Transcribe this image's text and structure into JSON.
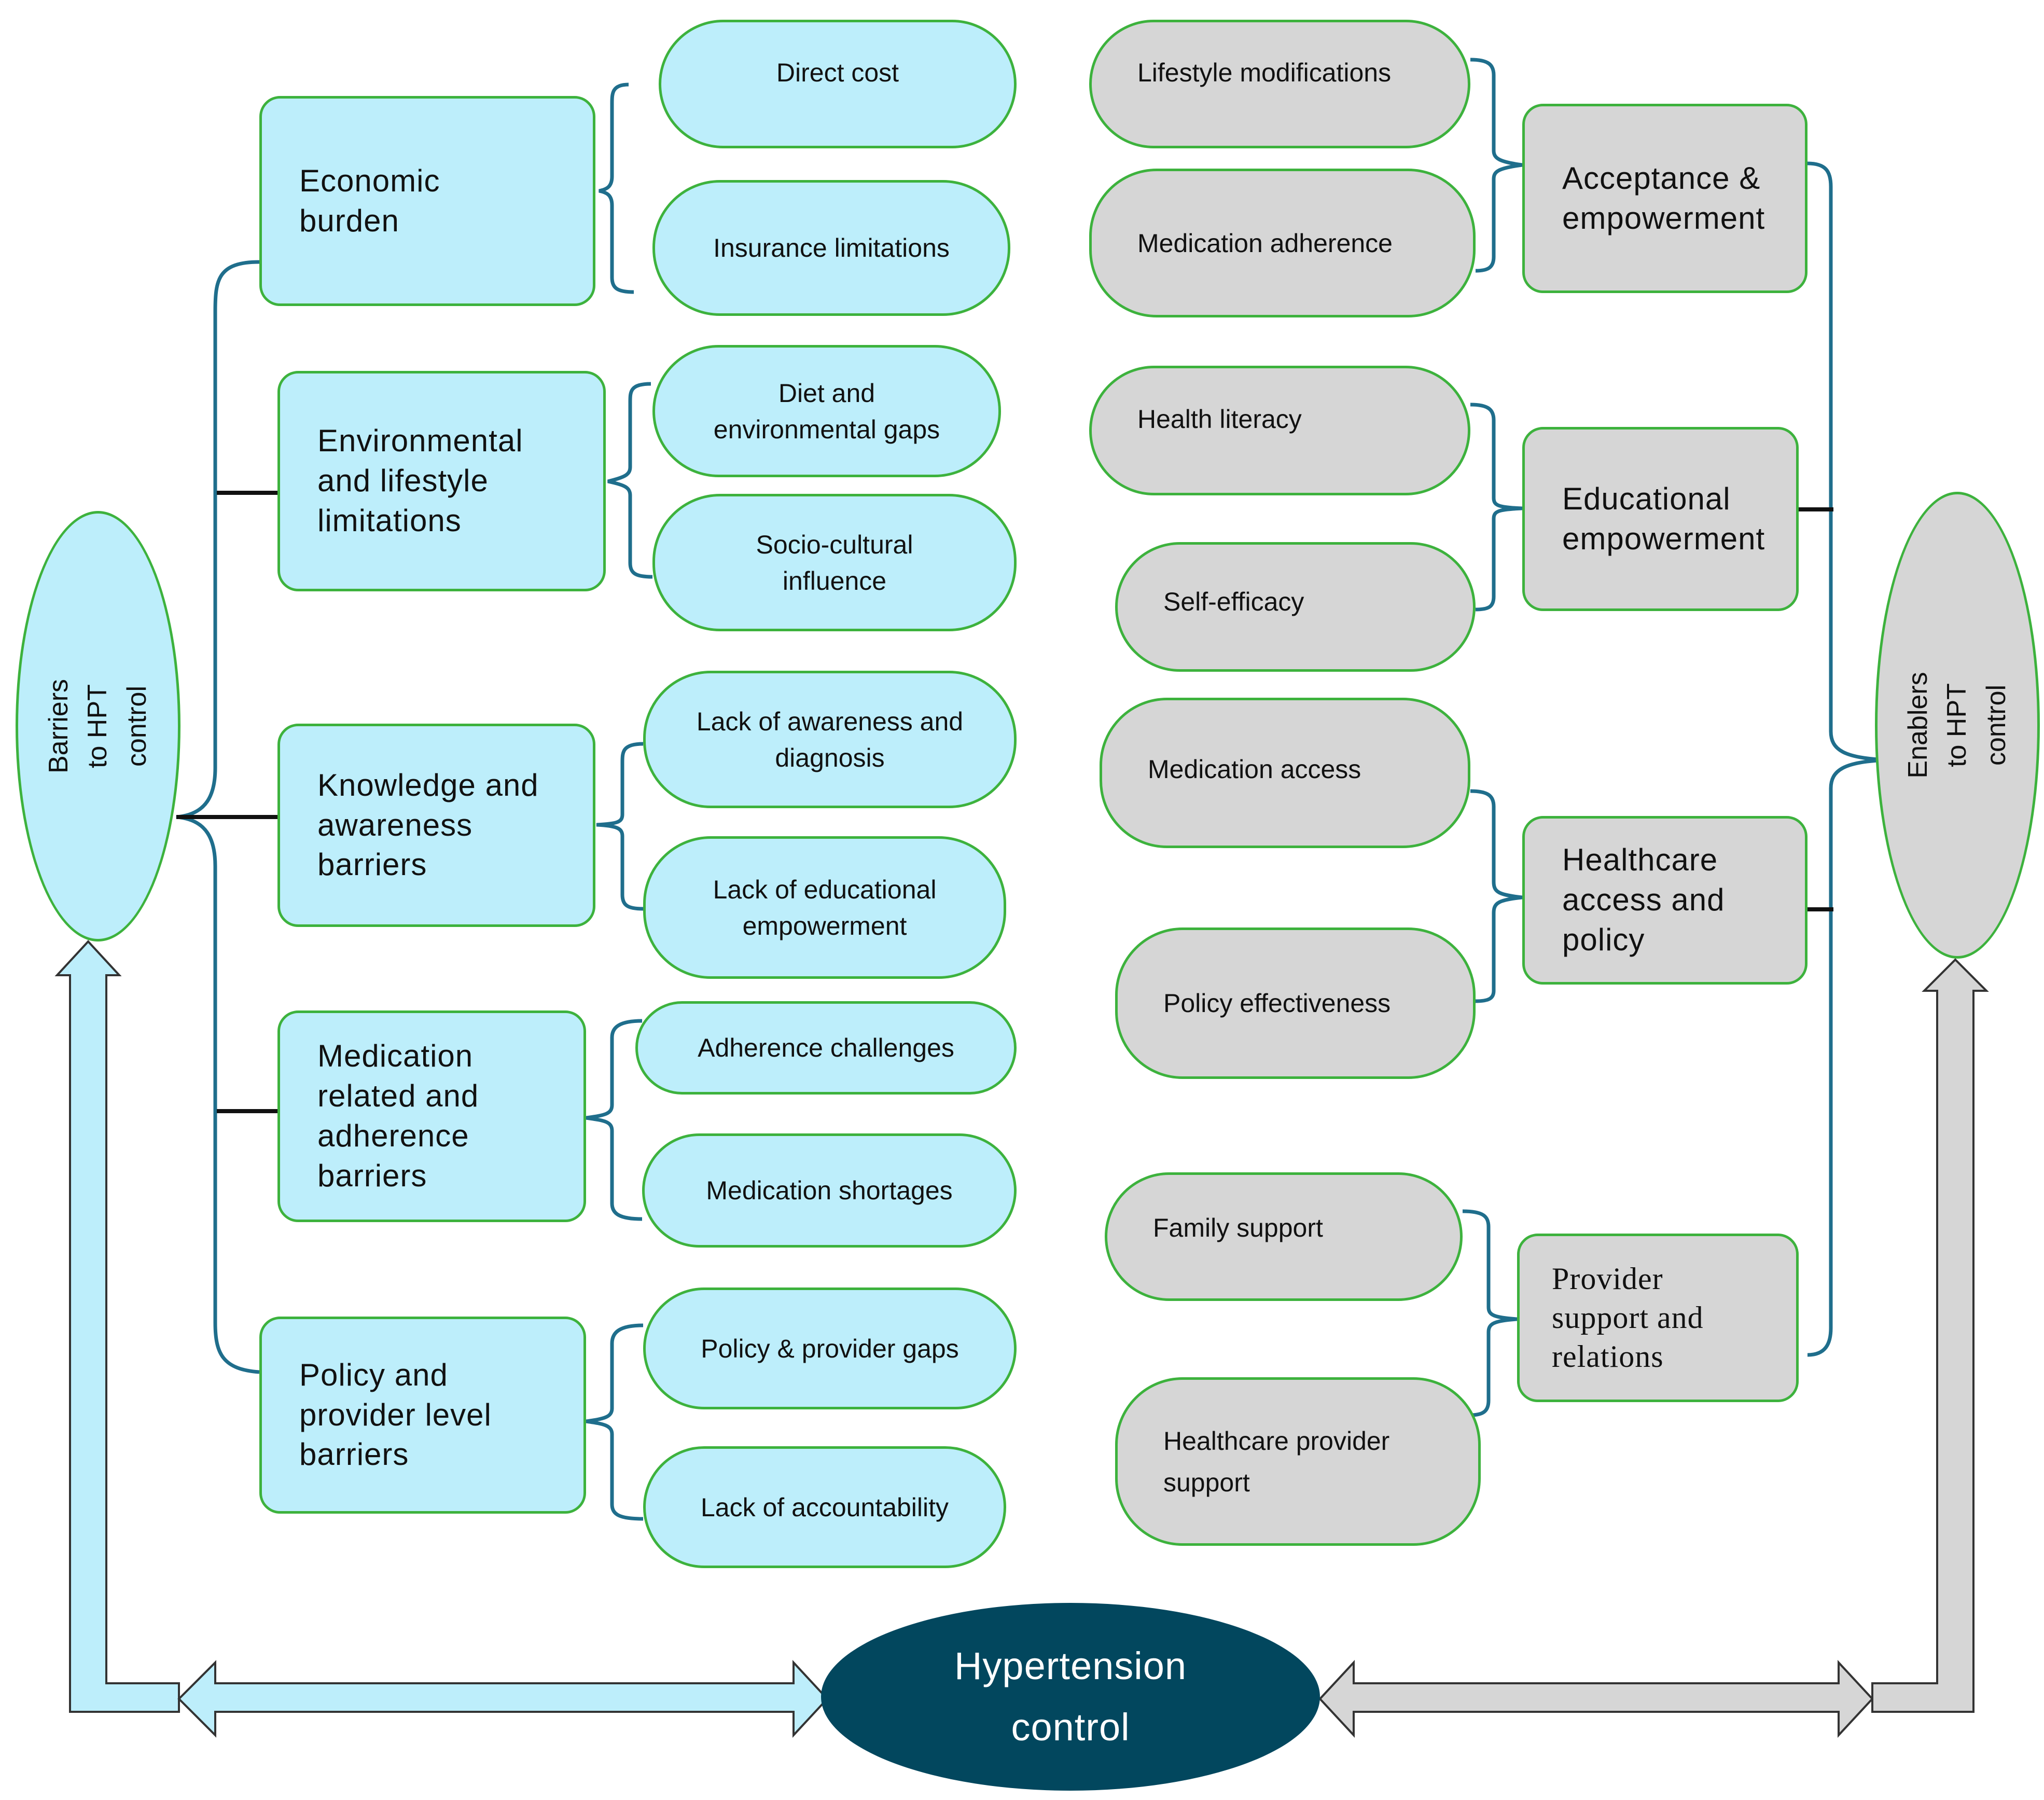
{
  "barriers_label": "Barriers to HPT\ncontrol",
  "enablers_label": "Enablers to HPT\ncontrol",
  "center_label": "Hypertension\ncontrol",
  "colors": {
    "barrier_fill": "#bdeefb",
    "enabler_fill": "#d6d6d6",
    "border": "#3db23d",
    "center_fill": "#02475e",
    "connector": "#1f6e8c"
  },
  "barriers": [
    {
      "label": "Economic\nburden",
      "items": [
        "Direct cost",
        "Insurance limitations"
      ]
    },
    {
      "label": "Environmental\nand lifestyle\nlimitations",
      "items": [
        "Diet and\nenvironmental gaps",
        "Socio-cultural\ninfluence"
      ]
    },
    {
      "label": "Knowledge and\nawareness\nbarriers",
      "items": [
        "Lack of awareness and\ndiagnosis",
        "Lack of educational\nempowerment"
      ]
    },
    {
      "label": "Medication\nrelated and\nadherence\nbarriers",
      "items": [
        "Adherence challenges",
        "Medication shortages"
      ]
    },
    {
      "label": "Policy and\nprovider level\nbarriers",
      "items": [
        "Policy & provider gaps",
        "Lack of accountability"
      ]
    }
  ],
  "enablers": [
    {
      "label": "Acceptance &\nempowerment",
      "items": [
        "Lifestyle modifications",
        "Medication adherence"
      ]
    },
    {
      "label": "Educational\nempowerment",
      "items": [
        "Health literacy",
        "Self-efficacy"
      ]
    },
    {
      "label": "Healthcare\naccess and\npolicy",
      "items": [
        "Medication access",
        "Policy effectiveness"
      ]
    },
    {
      "label": "Provider\nsupport and\nrelations",
      "items": [
        "Family support",
        "Healthcare provider\nsupport"
      ]
    }
  ]
}
